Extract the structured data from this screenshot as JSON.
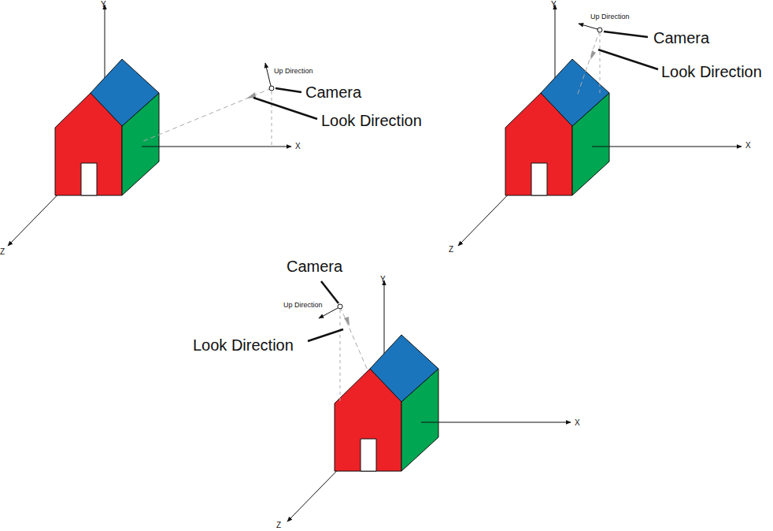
{
  "diagram": {
    "labels": [
      "Y",
      "X",
      "Z",
      "Up Direction",
      "Camera",
      "Look Direction",
      "Y",
      "X",
      "Z",
      "Up Direction",
      "Camera",
      "Look Direction",
      "Y",
      "X",
      "Z",
      "Up Direction",
      "Camera",
      "Look Direction"
    ]
  }
}
